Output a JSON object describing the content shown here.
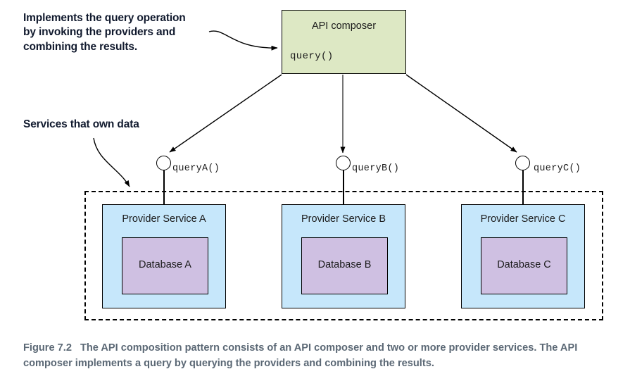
{
  "annotations": {
    "composer_note": "Implements the query operation\nby invoking the providers and\ncombining the results.",
    "services_note": "Services that own data"
  },
  "api_composer": {
    "title": "API composer",
    "operation": "query()",
    "fill_color": "#dde8c4",
    "border_color": "#000000"
  },
  "interfaces": [
    {
      "name": "queryA()"
    },
    {
      "name": "queryB()"
    },
    {
      "name": "queryC()"
    }
  ],
  "services": [
    {
      "title": "Provider Service A",
      "database": "Database A",
      "fill_color": "#c6e7fb",
      "database_fill_color": "#cfc0e2"
    },
    {
      "title": "Provider Service B",
      "database": "Database B",
      "fill_color": "#c6e7fb",
      "database_fill_color": "#cfc0e2"
    },
    {
      "title": "Provider Service C",
      "database": "Database C",
      "fill_color": "#c6e7fb",
      "database_fill_color": "#cfc0e2"
    }
  ],
  "caption": {
    "number": "Figure 7.2",
    "text": "The API composition pattern consists of an API composer and two or more provider services. The API composer implements a query by querying the providers and combining the results.",
    "color": "#5b6875"
  }
}
